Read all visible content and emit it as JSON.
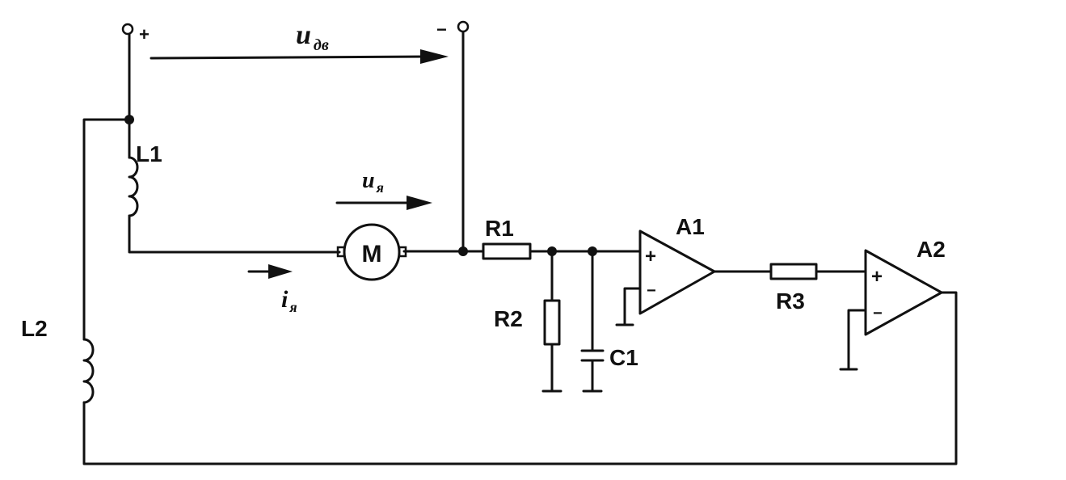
{
  "labels": {
    "plus_terminal": "+",
    "minus_terminal": "−",
    "u_motor_main": "u",
    "u_motor_sub": "дв",
    "u_armature_main": "u",
    "u_armature_sub": "я",
    "i_armature_main": "i",
    "i_armature_sub": "я",
    "motor": "M",
    "l1": "L1",
    "l2": "L2",
    "r1": "R1",
    "r2": "R2",
    "r3": "R3",
    "c1": "C1",
    "a1": "A1",
    "a2": "A2",
    "opamp_plus": "+",
    "opamp_minus": "−"
  }
}
